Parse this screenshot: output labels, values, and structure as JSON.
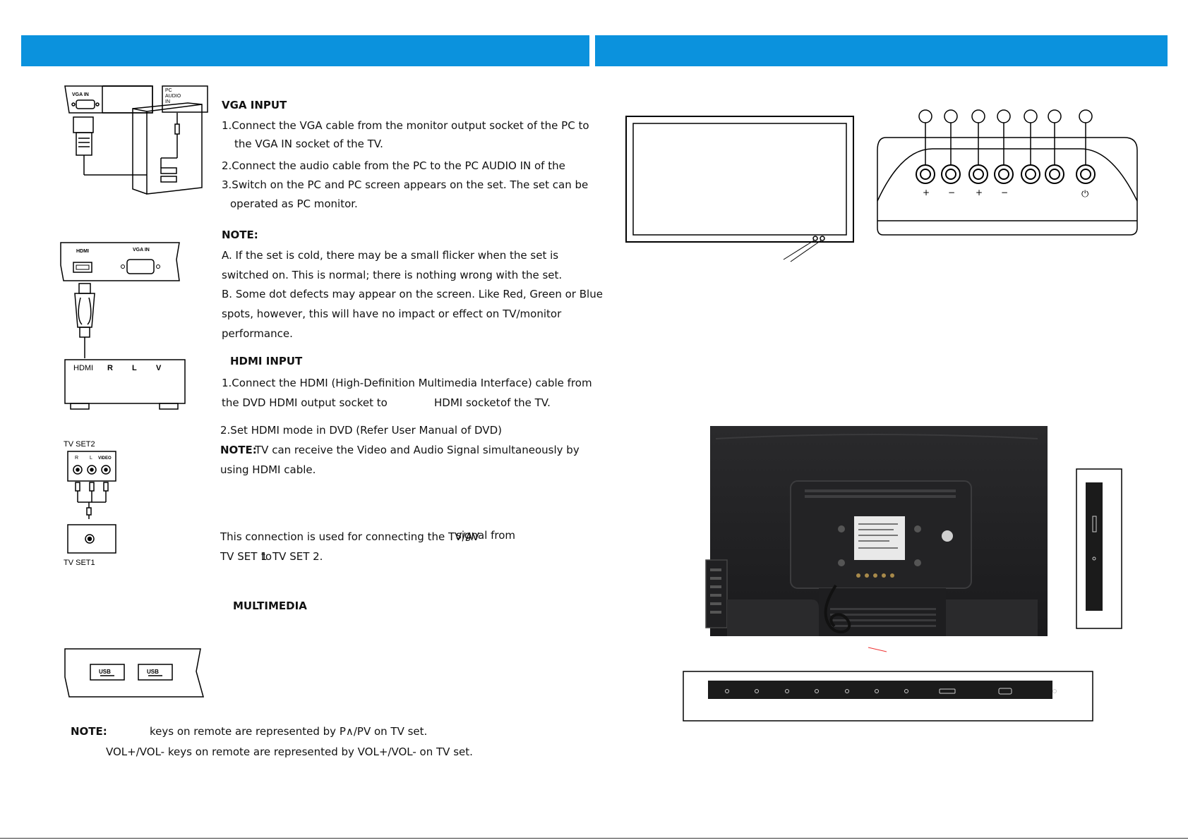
{
  "header": {
    "left_color": "#0b92dd",
    "right_color": "#0b92dd"
  },
  "vga": {
    "title": "VGA INPUT",
    "step1a": "1.Connect the VGA cable from the monitor output socket of the PC to",
    "step1b": "the VGA IN socket of the TV.",
    "step2": "2.Connect the audio cable from the PC to the PC AUDIO IN of the",
    "step2_end": ".",
    "step3a": "3.Switch on the PC and PC screen appears on the set. The set can be",
    "step3b": "operated as PC monitor."
  },
  "note1": {
    "title": "NOTE:",
    "a1": "A. If the set is cold, there may be a small flicker when the set is",
    "a2": "switched on. This is normal; there is nothing wrong with the set.",
    "b1": "B. Some dot defects may appear on the screen. Like Red, Green or Blue",
    "b2": "spots, however, this will have no impact or effect on TV/monitor",
    "b3": "performance."
  },
  "hdmi": {
    "title": "HDMI INPUT",
    "step1a": "1.Connect the HDMI (High-Definition Multimedia Interface) cable from",
    "step1b": "the DVD HDMI output socket to",
    "step1c": "HDMI socket",
    "step1d": "of the TV.",
    "step2": "2.Set HDMI mode in DVD (Refer User Manual of DVD)",
    "note_label": "NOTE:",
    "note_text": "TV can receive the Video and Audio Signal simultaneously by",
    "note_text2": "using HDMI cable."
  },
  "av": {
    "line1": "This connection is used for connecting the TV/AV",
    "line1b": "signal from",
    "line2a": "TV SET 1",
    "line2b": "to",
    "line2c": "TV SET 2."
  },
  "multimedia": {
    "title": "MULTIMEDIA"
  },
  "note2": {
    "label": "NOTE:",
    "line1": "keys on remote are represented by P∧/PV on TV set.",
    "line2": "VOL+/VOL- keys on remote are represented by VOL+/VOL- on TV set."
  },
  "diagram_labels": {
    "vga_in": "VGA IN",
    "pc_audio": "PC",
    "pc_audio2": "AUDIO",
    "pc_audio3": "IN",
    "hdmi": "HDMI",
    "vga_in2": "VGA IN",
    "dvd_hdmi": "HDMI",
    "dvd_r": "R",
    "dvd_l": "L",
    "dvd_v": "V",
    "tvset2": "TV SET2",
    "r": "R",
    "l": "L",
    "video": "VIDEO",
    "tvset1": "TV SET1",
    "usb1": "USB",
    "usb2": "USB"
  },
  "buttons": {
    "signs": [
      "+",
      "−",
      "+",
      "−",
      "",
      "",
      "⏻"
    ]
  }
}
